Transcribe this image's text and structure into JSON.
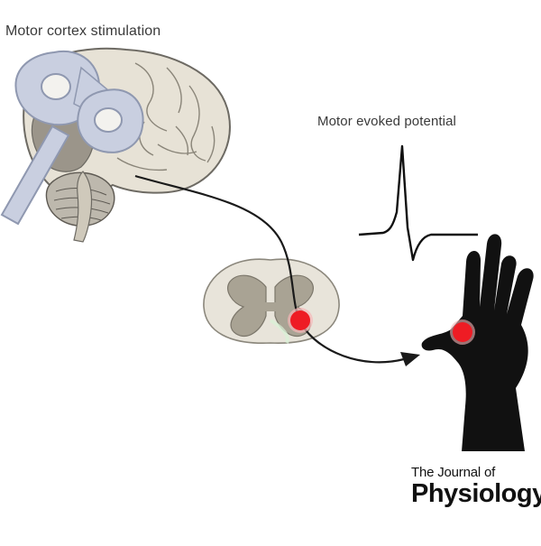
{
  "labels": {
    "stimulation": "Motor cortex stimulation",
    "mep": "Motor evoked potential"
  },
  "logo": {
    "line1": "The Journal of",
    "line2": "Physiology"
  },
  "colors": {
    "background": "#ffffff",
    "coil": "#c9cfe0",
    "coil_outline": "#8f98b0",
    "brain": "#e7e2d6",
    "brain_outline": "#6d6a63",
    "cerebellum": "#bdb8ad",
    "spinal_cord": "#e8e4da",
    "grey_matter": "#a9a394",
    "stimulus_dot": "#ee1c24",
    "pathway": "#1a1a1a",
    "hand": "#111111",
    "trace": "#111111"
  },
  "icons": {
    "coil": "figure-eight-tms-coil",
    "brain": "brain-illustration",
    "spinal_cord": "spinal-cord-cross-section",
    "hand": "raised-hand-silhouette",
    "waveform": "motor-evoked-potential-trace"
  }
}
